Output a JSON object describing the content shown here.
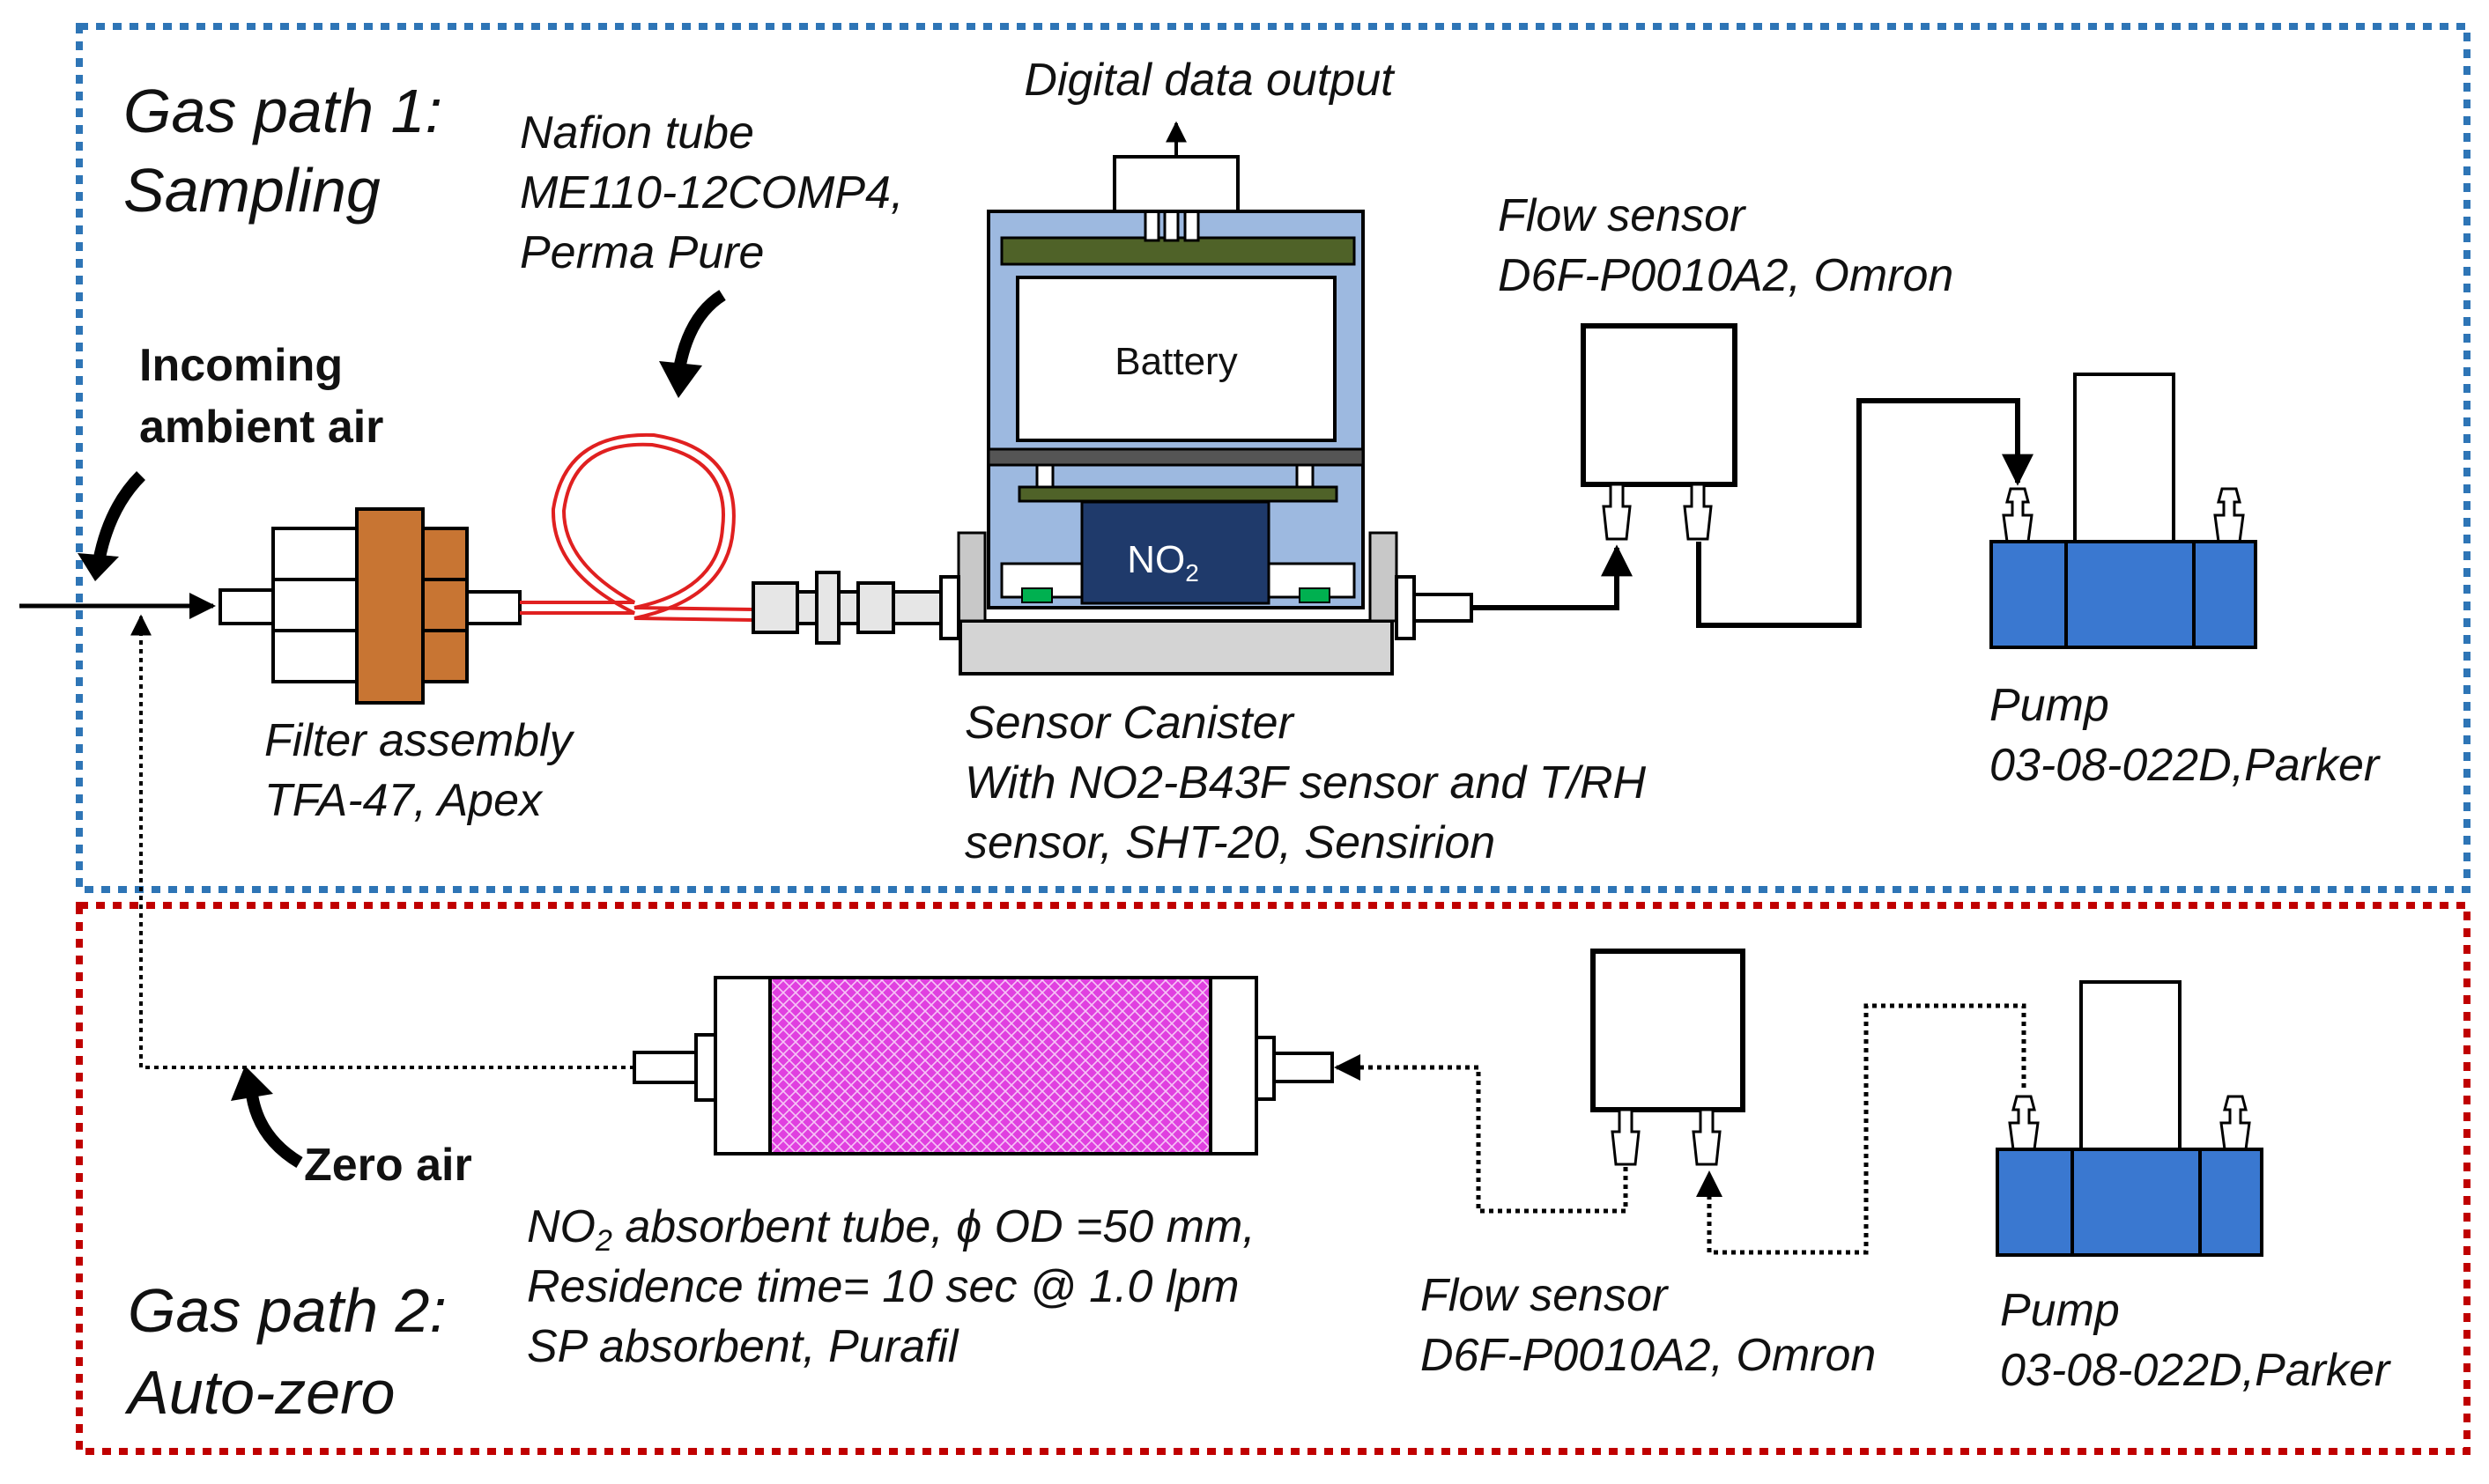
{
  "sections": {
    "sampling": {
      "title_line1": "Gas path 1:",
      "title_line2": "Sampling",
      "border_color": "#2E75B6"
    },
    "autozero": {
      "title_line1": "Gas path 2:",
      "title_line2": "Auto-zero",
      "border_color": "#C00000"
    }
  },
  "labels": {
    "incoming_line1": "Incoming",
    "incoming_line2": "ambient air",
    "nafion_line1": "Nafion tube",
    "nafion_line2": "ME110-12COMP4,",
    "nafion_line3": "Perma Pure",
    "digital_output": "Digital data output",
    "battery": "Battery",
    "no2": "NO",
    "no2_sub": "2",
    "flow1_line1": "Flow sensor",
    "flow1_line2": "D6F-P0010A2, Omron",
    "filter_line1": "Filter assembly",
    "filter_line2": "TFA-47, Apex",
    "canister_line1": "Sensor Canister",
    "canister_line2": "With NO2-B43F sensor and T/RH",
    "canister_line3": "sensor, SHT-20, Sensirion",
    "pump1_line1": "Pump",
    "pump1_line2": "03-08-022D,Parker",
    "zero_air": "Zero air",
    "tube_line1_a": "NO",
    "tube_line1_sub": "2",
    "tube_line1_b": " absorbent tube, ϕ OD =50 mm,",
    "tube_line2": "Residence time= 10 sec @ 1.0 lpm",
    "tube_line3": "SP absorbent, Purafil",
    "flow2_line1": "Flow sensor",
    "flow2_line2": "D6F-P0010A2, Omron",
    "pump2_line1": "Pump",
    "pump2_line2": "03-08-022D,Parker"
  },
  "colors": {
    "filter_orange": "#C87533",
    "nafion_red": "#E02020",
    "canister_blue": "#9DB9E0",
    "canister_dark": "#1F3A6B",
    "pcb_green": "#4F6228",
    "pump_blue": "#3A78D0",
    "absorbent_magenta": "#E040E0",
    "sensor_green": "#00B050"
  }
}
